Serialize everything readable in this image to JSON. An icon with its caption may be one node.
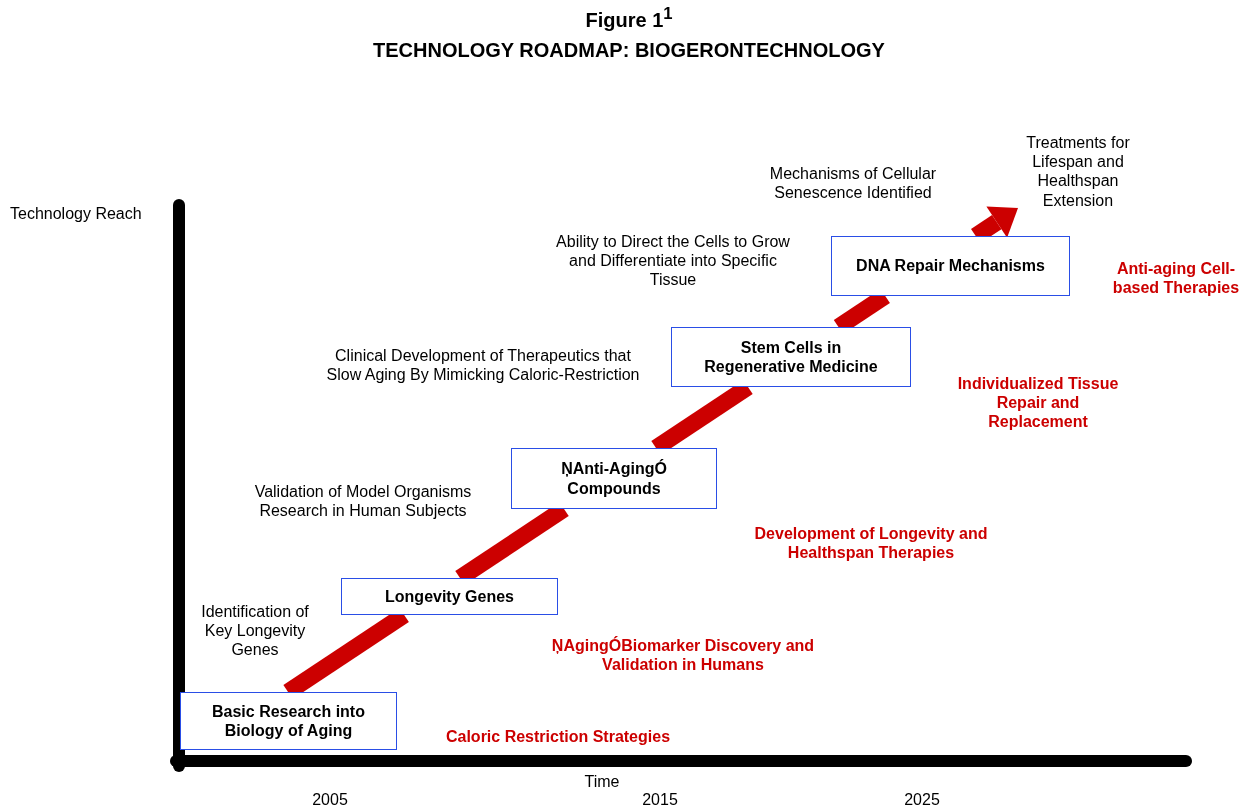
{
  "diagram": {
    "title": "TECHNOLOGY ROADMAP: BIOGERONTECHNOLOGY",
    "nodes": [
      {
        "text": [
          "Basic Research into Biology of Aging"
        ]
      },
      {
        "text": [
          "Longevity Genes"
        ]
      },
      {
        "text": [
          "ŅAnti-AgingÓ Compounds"
        ]
      },
      {
        "text": [
          "Stem Cells in Regenerative Medicine"
        ]
      },
      {
        "text": [
          "DNA Repair Mechanisms"
        ]
      },
      {
        "text": [
          "Treatments for Lifespan and Healthspan Extension"
        ]
      }
    ],
    "edges": [
      {
        "from": 0,
        "to": 1,
        "arrow": "none"
      },
      {
        "from": 1,
        "to": 2,
        "arrow": "none"
      },
      {
        "from": 2,
        "to": 3,
        "arrow": "none"
      },
      {
        "from": 3,
        "to": 4,
        "arrow": "none"
      },
      {
        "from": 4,
        "to": 5,
        "arrow": "to"
      }
    ],
    "labels": [
      "Figure 1$^{1}$",
      "Mechanisms of Cellular Senescence Identified",
      "Technology Reach",
      "Ability to Direct the Cells to Grow and Differentiate into Specific Tissue",
      "Anti-aging Cell-based Therapies",
      "Clinical Development of Therapeutics that Slow Aging By Mimicking Caloric-Restriction",
      "Individualized Tissue Repair and Replacement",
      "Validation of Model Organisms Research in Human Subjects",
      "Development of Longevity and Healthspan Therapies",
      "Identification of Key Longevity Genes",
      "ŅAgingÓBiomarker Discovery and Validation in Humans",
      "Caloric Restriction Strategies",
      "Time",
      "2005",
      "2015",
      "2025"
    ]
  }
}
